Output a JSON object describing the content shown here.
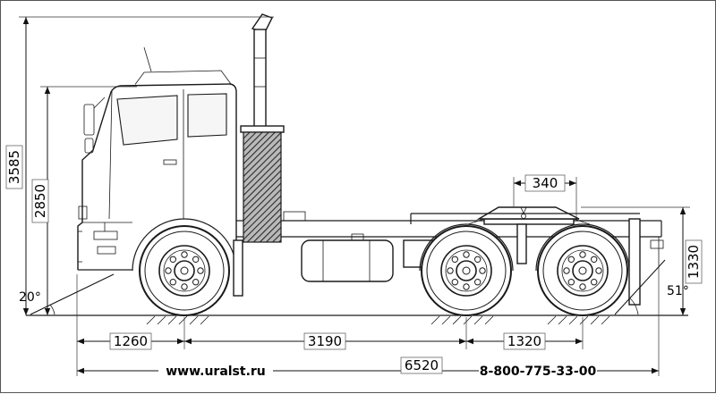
{
  "diagram": {
    "colors": {
      "ink": "#1a1a1a",
      "background": "#ffffff",
      "hatch_fill": "#b9b9b9"
    },
    "dimensions": {
      "overall_height": "3585",
      "cab_height": "2850",
      "fifth_wheel_offset": "340",
      "fifth_wheel_height": "1330",
      "approach_angle": "20°",
      "departure_angle": "51°",
      "front_overhang": "1260",
      "wheelbase": "3190",
      "bogie_base": "1320",
      "overall_length": "6520"
    },
    "footer": {
      "website": "www.uralst.ru",
      "phone": "8-800-775-33-00"
    }
  }
}
